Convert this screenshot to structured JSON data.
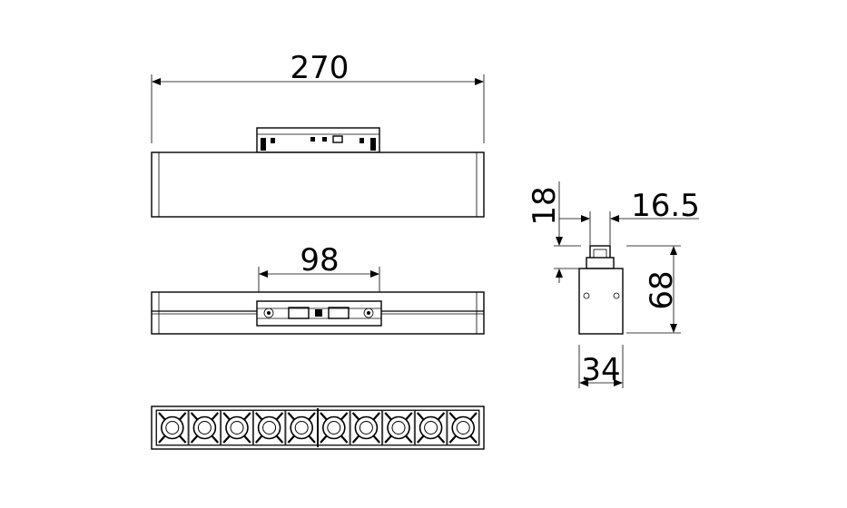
{
  "dimensions": {
    "top_width": "270",
    "connector_width": "98",
    "side_top_height": "18",
    "side_top_width": "16.5",
    "side_height": "68",
    "side_width": "34"
  },
  "led_count": 10
}
